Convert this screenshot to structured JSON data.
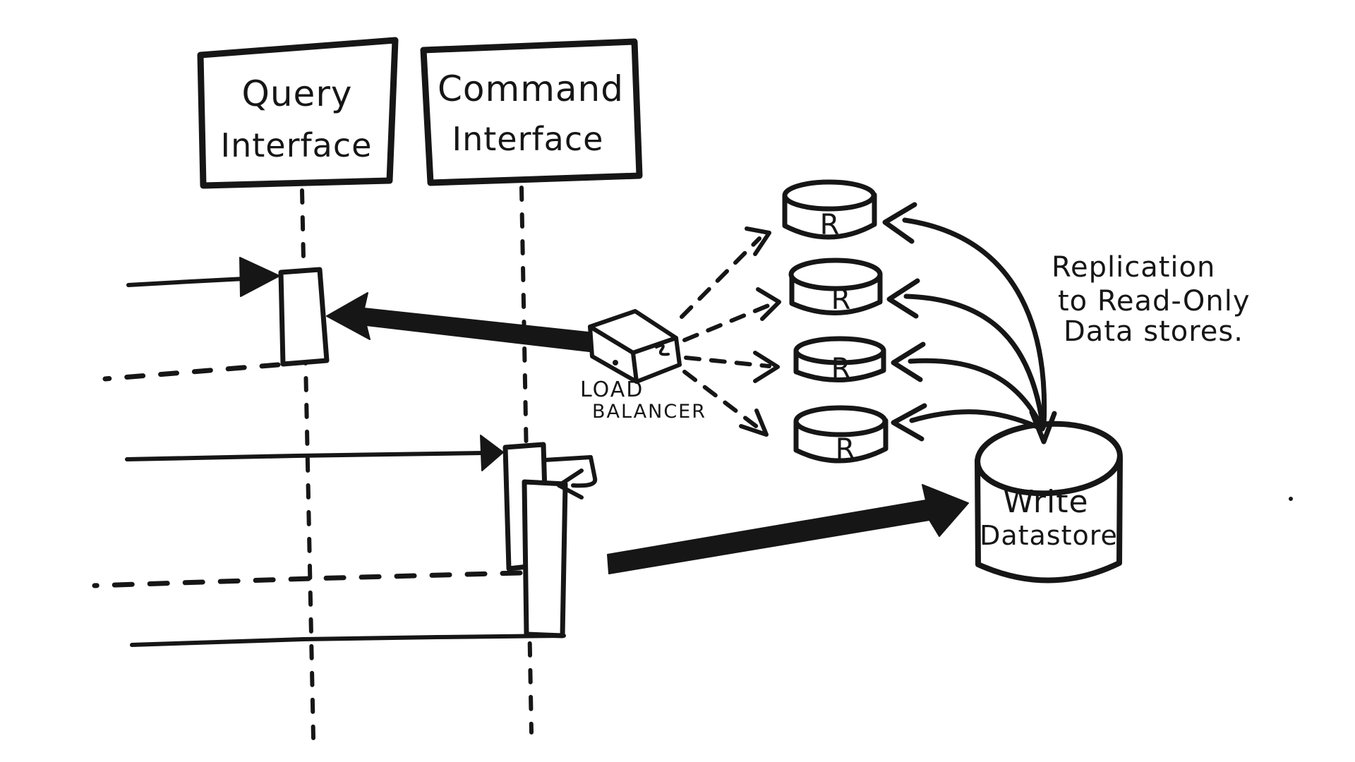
{
  "diagram": {
    "query_interface": {
      "line1": "Query",
      "line2": "Interface"
    },
    "command_interface": {
      "line1": "Command",
      "line2": "Interface"
    },
    "load_balancer": {
      "line1": "LOAD",
      "line2": "BALANCER"
    },
    "read_stores": {
      "labels": [
        "R",
        "R",
        "R",
        "R"
      ]
    },
    "write_datastore": {
      "line1": "Write",
      "line2": "Datastore"
    },
    "note": {
      "line1": "Replication",
      "line2": "to Read-Only",
      "line3": "Data stores."
    }
  },
  "colors": {
    "ink": "#161616",
    "background": "#ffffff"
  }
}
